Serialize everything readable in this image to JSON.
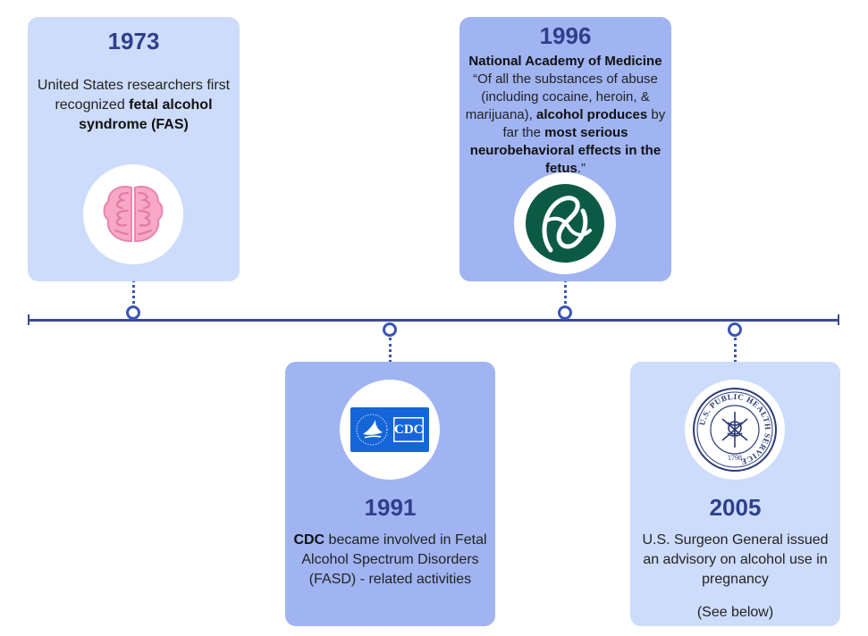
{
  "timeline": {
    "events": [
      {
        "year": "1973",
        "text_pre": "United States researchers first recognized ",
        "text_bold": "fetal alcohol syndrome (FAS)",
        "icon": "brain-icon"
      },
      {
        "year": "1991",
        "text_bold": "CDC",
        "text_post": " became involved in Fetal Alcohol Spectrum Disorders (FASD) - related activities",
        "logo_text": "CDC",
        "icon": "cdc-logo"
      },
      {
        "year": "1996",
        "org": "National Academy of Medicine",
        "q1": "“Of all the substances of abuse (including cocaine, heroin, & marijuana), ",
        "q2": "alcohol produces",
        "q3": " by far the ",
        "q4": "most serious neurobehavioral effects in the fetus",
        "q5": ".”",
        "icon": "national-academy-of-medicine-logo"
      },
      {
        "year": "2005",
        "text": "U.S. Surgeon General issued an advisory on alcohol use in pregnancy",
        "note": "(See below)",
        "seal_text": "U.S. PUBLIC HEALTH SERVICE",
        "seal_year": "1798",
        "icon": "public-health-service-seal"
      }
    ]
  },
  "colors": {
    "card_light": "#cddcfb",
    "card_mid": "#a0b4f1",
    "year_text": "#2f3f8c",
    "axis": "#3c4b8e",
    "node": "#3b55b5",
    "brain": "#f7a8c6",
    "nam_green": "#0c5a45",
    "cdc_blue": "#1565d8"
  }
}
